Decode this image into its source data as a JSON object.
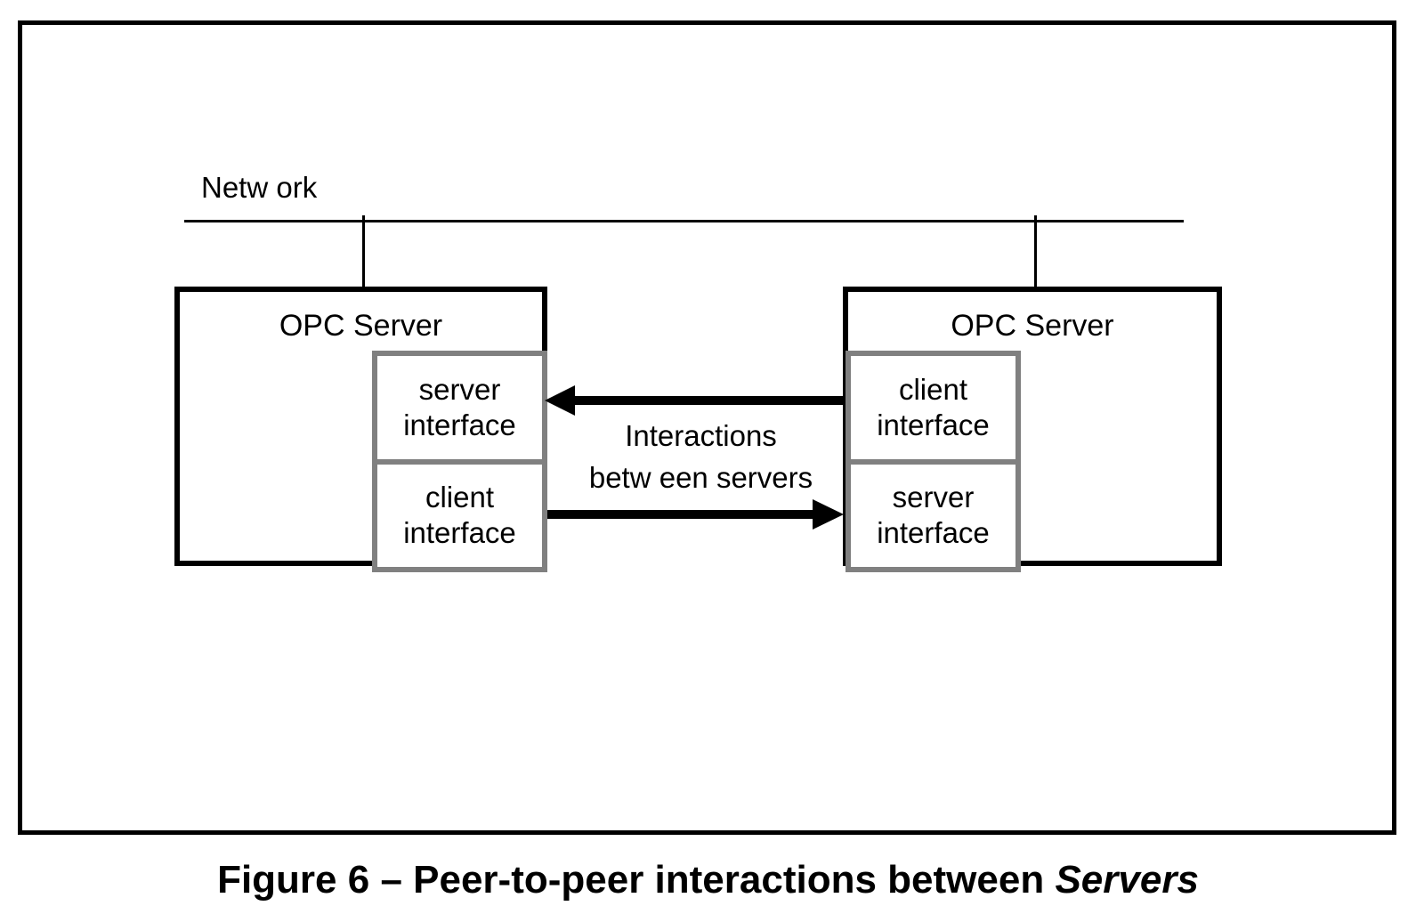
{
  "colors": {
    "ink": "#000000",
    "interface_border": "#808080",
    "background": "#ffffff"
  },
  "network": {
    "label": "Netw ork"
  },
  "servers": {
    "left": {
      "title": "OPC Server",
      "interfaces": [
        "server\ninterface",
        "client\ninterface"
      ]
    },
    "right": {
      "title": "OPC Server",
      "interfaces": [
        "client\ninterface",
        "server\ninterface"
      ]
    }
  },
  "interactions": {
    "label": "Interactions\nbetw een servers"
  },
  "caption": {
    "prefix": "Figure 6 – Peer-to-peer interactions between ",
    "emphasis": "Servers"
  }
}
